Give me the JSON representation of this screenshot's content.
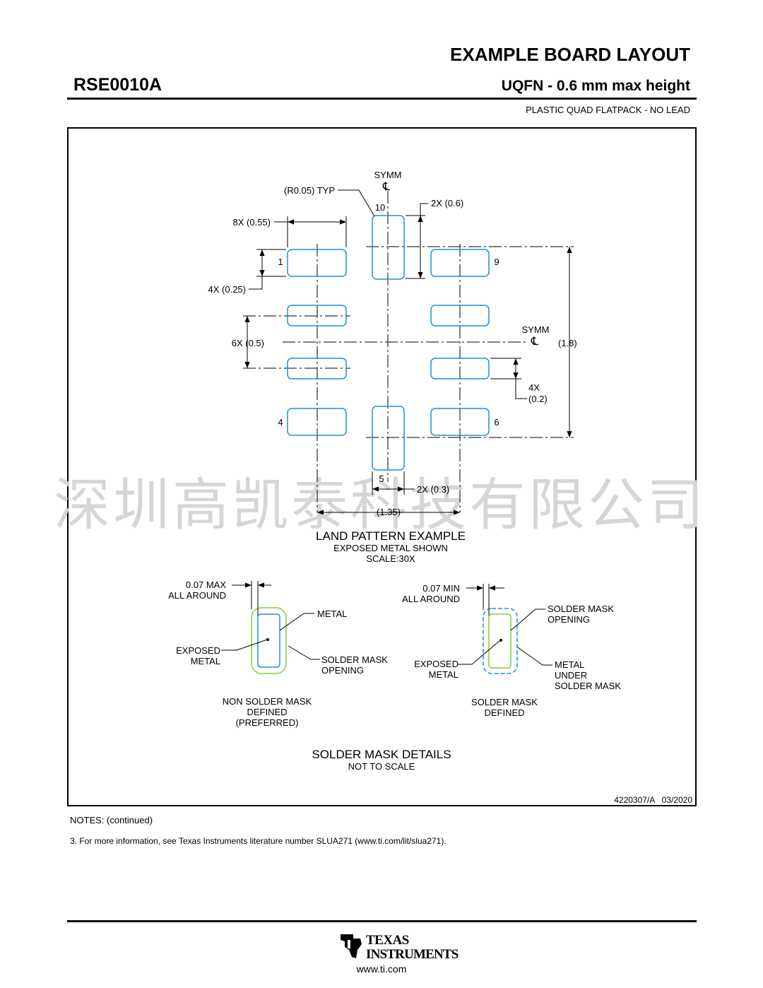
{
  "header": {
    "doc_title": "EXAMPLE BOARD LAYOUT",
    "part_number": "RSE0010A",
    "package_title": "UQFN - 0.6 mm max height",
    "package_desc": "PLASTIC QUAD FLATPACK - NO LEAD"
  },
  "land_pattern": {
    "title": "LAND PATTERN EXAMPLE",
    "subtitle": "EXPOSED METAL SHOWN",
    "scale": "SCALE:30X",
    "symm": "SYMM",
    "centerline": "℄",
    "pins": {
      "p1": "1",
      "p4": "4",
      "p5": "5",
      "p6": "6",
      "p9": "9",
      "p10": "10"
    },
    "dims": {
      "radius": "(R0.05) TYP",
      "pad_width_top": "2X (0.6)",
      "pad_length": "8X (0.55)",
      "pad_height_left": "4X (0.25)",
      "pitch": "6X (0.5)",
      "pad_height_right_1": "4X",
      "pad_height_right_2": "(0.2)",
      "overall_height": "(1.8)",
      "pad_width_bottom": "2X (0.3)",
      "overall_width": "(1.35)"
    }
  },
  "solder_mask": {
    "nsmd_clearance_1": "0.07 MAX",
    "nsmd_clearance_2": "ALL AROUND",
    "nsmd_metal": "METAL",
    "nsmd_exposed_1": "EXPOSED",
    "nsmd_exposed_2": "METAL",
    "nsmd_opening_1": "SOLDER MASK",
    "nsmd_opening_2": "OPENING",
    "nsmd_caption_1": "NON SOLDER MASK",
    "nsmd_caption_2": "DEFINED",
    "nsmd_caption_3": "(PREFERRED)",
    "smd_clearance_1": "0.07 MIN",
    "smd_clearance_2": "ALL AROUND",
    "smd_opening_1": "SOLDER MASK",
    "smd_opening_2": "OPENING",
    "smd_exposed_1": "EXPOSED",
    "smd_exposed_2": "METAL",
    "smd_under_1": "METAL",
    "smd_under_2": "UNDER",
    "smd_under_3": "SOLDER MASK",
    "smd_caption_1": "SOLDER MASK",
    "smd_caption_2": "DEFINED",
    "details_title": "SOLDER MASK DETAILS",
    "details_subtitle": "NOT TO SCALE"
  },
  "watermark": "深圳高凯泰科技有限公司",
  "drawing_number": "4220307/A   03/2020",
  "notes": {
    "heading": "NOTES: (continued)",
    "note_3": "3. For more information, see Texas Instruments literature number SLUA271 (www.ti.com/lit/slua271)."
  },
  "footer": {
    "brand_line_1": "TEXAS",
    "brand_line_2": "INSTRUMENTS",
    "url": "www.ti.com"
  },
  "colors": {
    "pad": "#1e8fd8",
    "mask": "#7dcf3c",
    "ink": "#000000"
  }
}
